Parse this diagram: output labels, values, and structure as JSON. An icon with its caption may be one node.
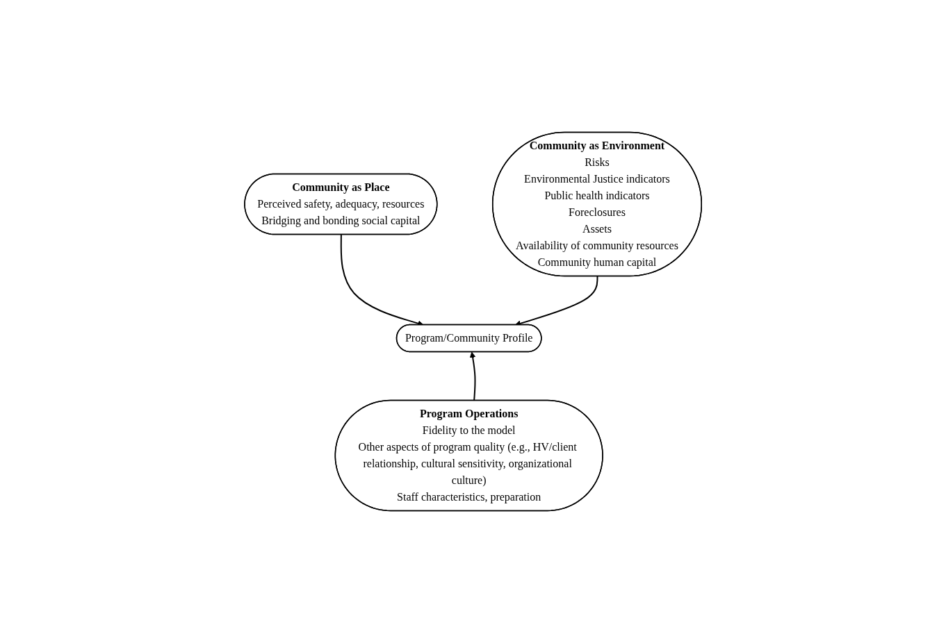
{
  "diagram": {
    "nodes": [
      {
        "text": [
          "Community as Place",
          "Perceived safety, adequacy, resources",
          "Bridging and bonding social capital"
        ]
      },
      {
        "text": [
          "Community as Environment",
          "Risks",
          "Environmental Justice indicators",
          "Public health indicators",
          "Foreclosures",
          "Assets",
          "Availability of community resources",
          "Community human capital"
        ]
      },
      {
        "text": [
          "Program/Community Profile"
        ]
      },
      {
        "text": [
          "Program Operations",
          "Fidelity to the model",
          "Other aspects of program quality (e.g., HV/client relationship, cultural sensitivity, organizational culture)",
          "Staff characteristics, preparation"
        ]
      }
    ],
    "edges": [
      {
        "from": 0,
        "to": 2,
        "arrow": "to"
      },
      {
        "from": 1,
        "to": 2,
        "arrow": "to"
      },
      {
        "from": 3,
        "to": 2,
        "arrow": "to"
      }
    ]
  }
}
